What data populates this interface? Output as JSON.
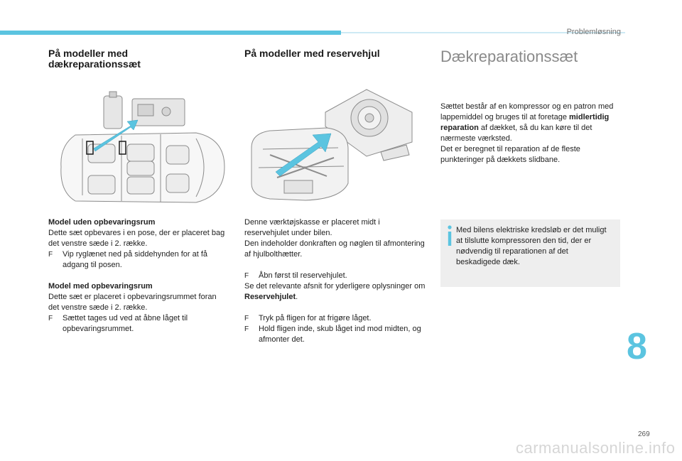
{
  "header": {
    "section": "Problemløsning",
    "accent_color": "#5bc4e0"
  },
  "col1": {
    "title_line1": "På modeller med",
    "title_line2": "dækreparationssæt",
    "block1_heading": "Model uden opbevaringsrum",
    "block1_text": "Dette sæt opbevares i en pose, der er placeret bag det venstre sæde i 2. række.",
    "block1_bullet": "Vip ryglænet ned på siddehynden for at få adgang til posen.",
    "block2_heading": "Model med opbevaringsrum",
    "block2_text": "Dette sæt er placeret i opbevaringsrummet foran det venstre sæde i 2. række.",
    "block2_bullet": "Sættet tages ud ved at åbne låget til opbevaringsrummet."
  },
  "col2": {
    "title": "På modeller med reservehjul",
    "para1": "Denne værktøjskasse er placeret midt i reservehjulet under bilen.",
    "para2": "Den indeholder donkraften og nøglen til afmontering af hjulbolthætter.",
    "bullet1": "Åbn først til reservehjulet.",
    "para3_prefix": "Se det relevante afsnit for yderligere oplysninger om ",
    "para3_bold": "Reservehjulet",
    "para3_suffix": ".",
    "bullet2": "Tryk på fligen for at frigøre låget.",
    "bullet3": "Hold fligen inde, skub låget ind mod midten, og afmonter det."
  },
  "col3": {
    "title": "Dækreparationssæt",
    "para1_prefix": "Sættet består af en kompressor og en patron med lappemiddel og bruges til at foretage ",
    "para1_bold": "midlertidig reparation",
    "para1_suffix": " af dækket, så du kan køre til det nærmeste værksted.",
    "para2": "Det er beregnet til reparation af de fleste punkteringer på dækkets slidbane."
  },
  "info_box": {
    "text": "Med bilens elektriske kredsløb er det muligt at tilslutte kompressoren den tid, der er nødvendig til reparationen af det beskadigede dæk."
  },
  "bullet_glyph": "F",
  "chapter": "8",
  "page_number": "269",
  "watermark": "carmanualsonline.info"
}
